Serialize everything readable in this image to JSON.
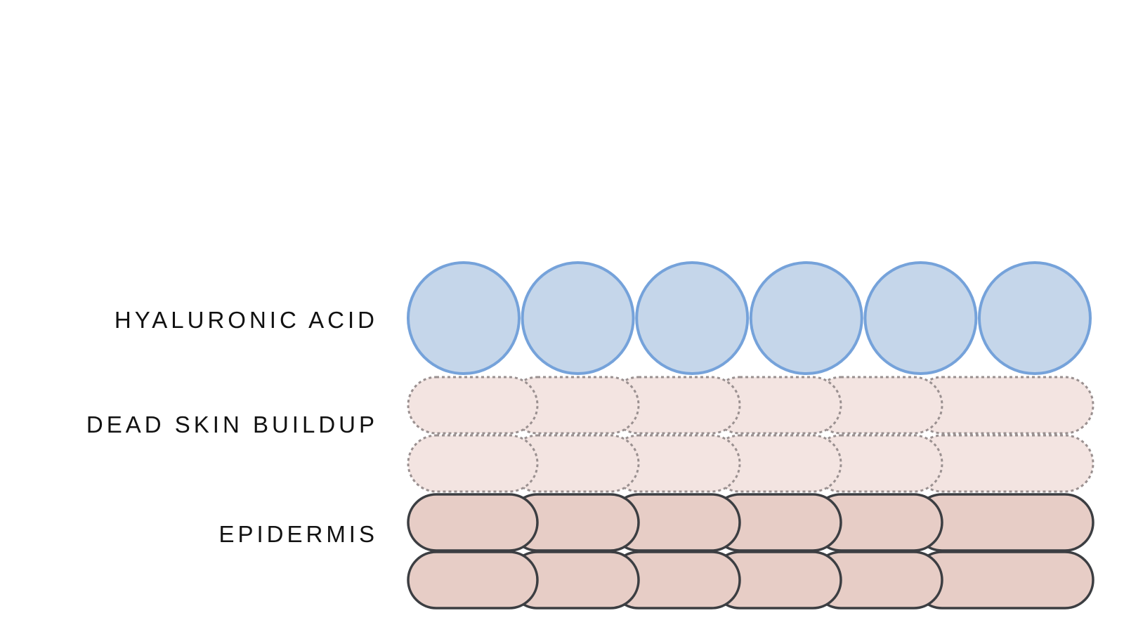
{
  "labels": {
    "hyaluronic_acid": "HYALURONIC ACID",
    "dead_skin": "DEAD SKIN BUILDUP",
    "epidermis": "EPIDERMIS"
  },
  "layers": {
    "hyaluronic_acid": {
      "count": 6,
      "fill": "#c5d6ea",
      "stroke": "#75a2da"
    },
    "dead_skin": {
      "rows": 2,
      "cells_per_row": 6,
      "fill": "#f3e4e1",
      "stroke": "#9a9090",
      "style": "dashed"
    },
    "epidermis": {
      "rows": 2,
      "cells_per_row": 6,
      "fill": "#e7cdc6",
      "stroke": "#3c3e42",
      "style": "solid"
    }
  }
}
